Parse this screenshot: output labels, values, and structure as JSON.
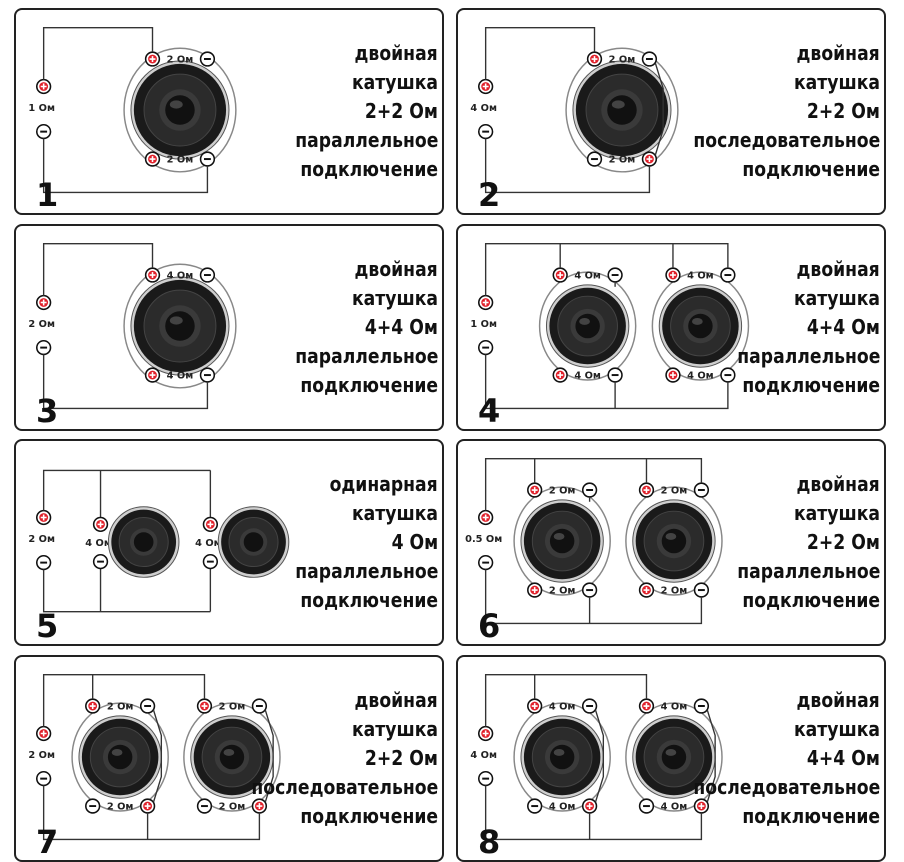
{
  "colors": {
    "accent": "#e0202a",
    "line": "#333333",
    "border": "#222222"
  },
  "icons": {
    "plus": "plus-terminal-icon",
    "minus": "minus-terminal-icon",
    "speaker": "speaker-icon"
  },
  "panels": [
    {
      "number": "1",
      "impedance": "1 Ом",
      "title": [
        "двойная",
        "катушка",
        "2+2 Ом",
        "параллельное",
        "подключение"
      ],
      "speakers": [
        {
          "top_label": "2 Ом",
          "bottom_label": "2 Ом"
        }
      ]
    },
    {
      "number": "2",
      "impedance": "4 Ом",
      "title": [
        "двойная",
        "катушка",
        "2+2 Ом",
        "последовательное",
        "подключение"
      ],
      "speakers": [
        {
          "top_label": "2 Ом",
          "bottom_label": "2 Ом"
        }
      ]
    },
    {
      "number": "3",
      "impedance": "2 Ом",
      "title": [
        "двойная",
        "катушка",
        "4+4 Ом",
        "параллельное",
        "подключение"
      ],
      "speakers": [
        {
          "top_label": "4 Ом",
          "bottom_label": "4 Ом"
        }
      ]
    },
    {
      "number": "4",
      "impedance": "1 Ом",
      "title": [
        "двойная",
        "катушка",
        "4+4 Ом",
        "параллельное",
        "подключение"
      ],
      "speakers": [
        {
          "top_label": "4 Ом",
          "bottom_label": "4 Ом"
        },
        {
          "top_label": "4 Ом",
          "bottom_label": "4 Ом"
        }
      ]
    },
    {
      "number": "5",
      "impedance": "2 Ом",
      "title": [
        "одинарная",
        "катушка",
        "4 Ом",
        "параллельное",
        "подключение"
      ],
      "speakers": [
        {
          "side_label": "4 Ом"
        },
        {
          "side_label": "4 Ом"
        }
      ]
    },
    {
      "number": "6",
      "impedance": "0.5 Ом",
      "title": [
        "двойная",
        "катушка",
        "2+2 Ом",
        "параллельное",
        "подключение"
      ],
      "speakers": [
        {
          "top_label": "2 Ом",
          "bottom_label": "2 Ом"
        },
        {
          "top_label": "2 Ом",
          "bottom_label": "2 Ом"
        }
      ]
    },
    {
      "number": "7",
      "impedance": "2 Ом",
      "title": [
        "двойная",
        "катушка",
        "2+2 Ом",
        "последовательное",
        "подключение"
      ],
      "speakers": [
        {
          "top_label": "2 Ом",
          "bottom_label": "2 Ом"
        },
        {
          "top_label": "2 Ом",
          "bottom_label": "2 Ом"
        }
      ]
    },
    {
      "number": "8",
      "impedance": "4 Ом",
      "title": [
        "двойная",
        "катушка",
        "4+4 Ом",
        "последовательное",
        "подключение"
      ],
      "speakers": [
        {
          "top_label": "4 Ом",
          "bottom_label": "4 Ом"
        },
        {
          "top_label": "4 Ом",
          "bottom_label": "4 Ом"
        }
      ]
    }
  ]
}
